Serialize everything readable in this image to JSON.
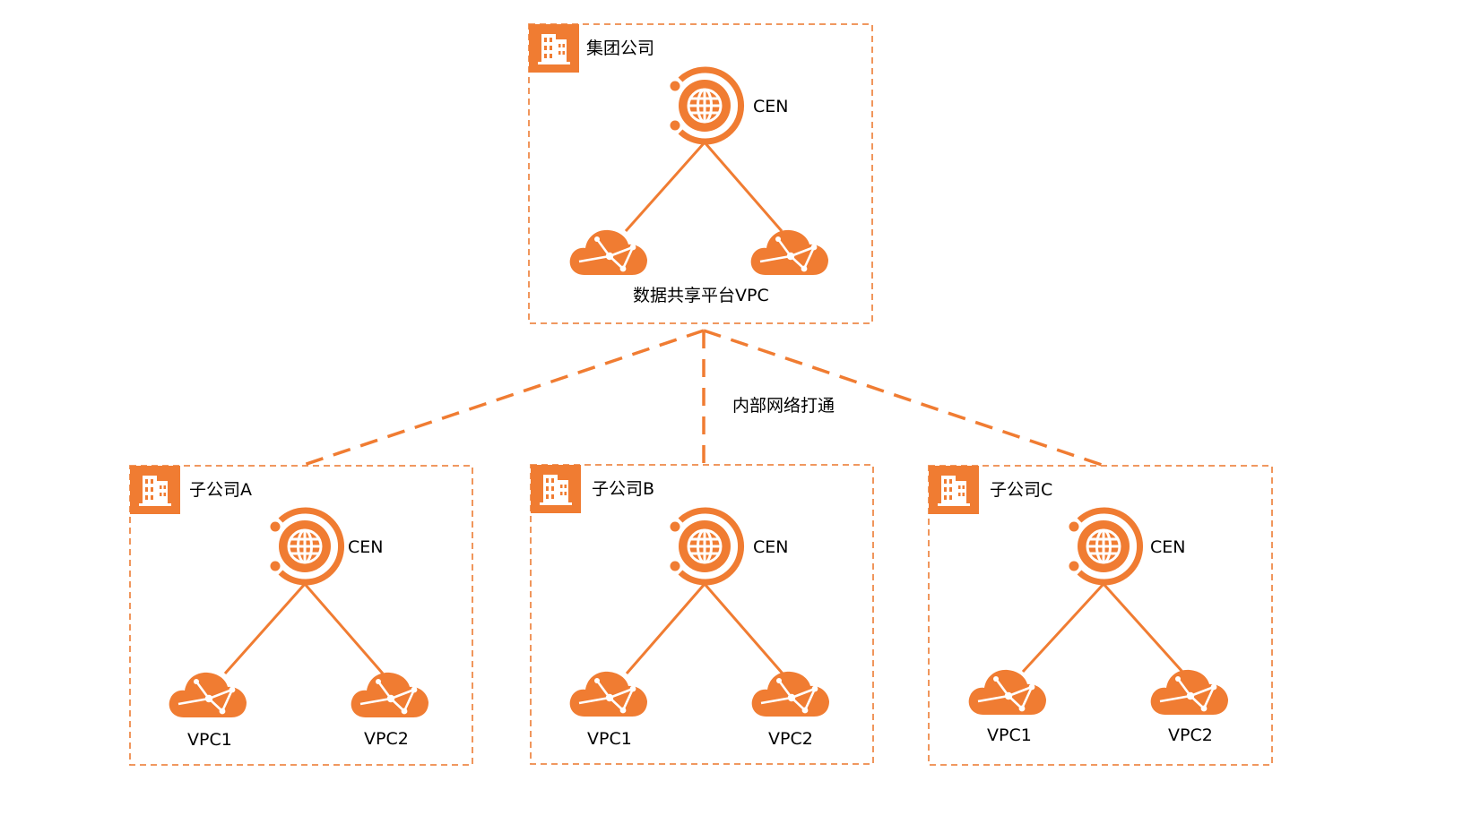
{
  "accent_color": "#f07c32",
  "group": {
    "title": "集团公司",
    "cen_label": "CEN",
    "vpc_label": "数据共享平台VPC"
  },
  "connection_label": "内部网络打通",
  "subsidiaries": [
    {
      "title": "子公司A",
      "cen_label": "CEN",
      "vpc1_label": "VPC1",
      "vpc2_label": "VPC2"
    },
    {
      "title": "子公司B",
      "cen_label": "CEN",
      "vpc1_label": "VPC1",
      "vpc2_label": "VPC2"
    },
    {
      "title": "子公司C",
      "cen_label": "CEN",
      "vpc1_label": "VPC1",
      "vpc2_label": "VPC2"
    }
  ],
  "icons": {
    "company": "office-building-icon",
    "cen": "globe-network-icon",
    "vpc": "cloud-network-icon"
  }
}
